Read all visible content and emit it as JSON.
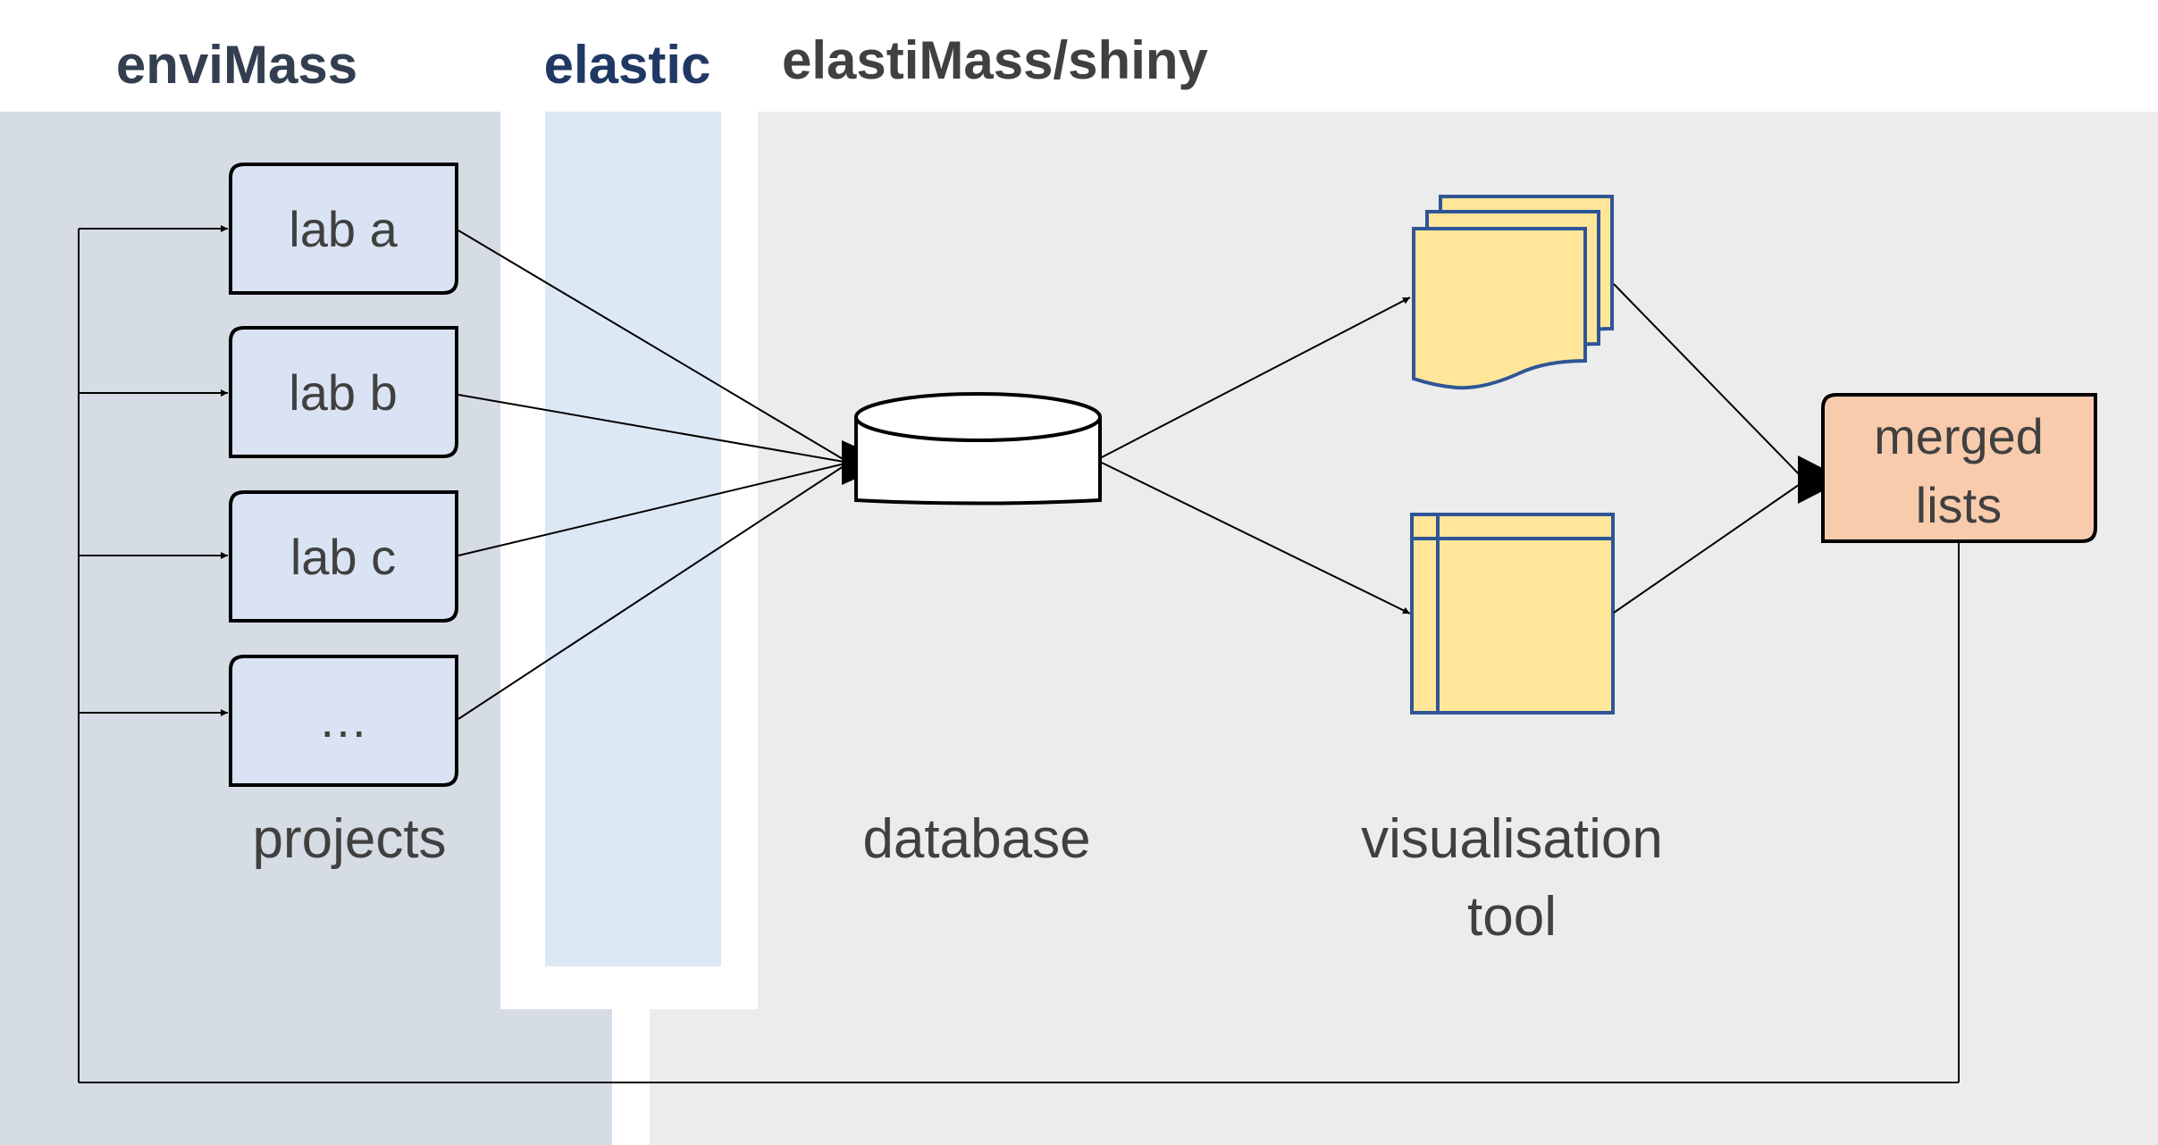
{
  "headers": {
    "envimass": "enviMass",
    "elastic": "elastic",
    "shiny": "elastiMass/shiny"
  },
  "projects": {
    "items": [
      "lab a",
      "lab b",
      "lab c",
      "…"
    ],
    "caption": "projects"
  },
  "database": {
    "caption": "database"
  },
  "visualisation": {
    "caption_line1": "visualisation",
    "caption_line2": "tool"
  },
  "merged": {
    "line1": "merged",
    "line2": "lists"
  },
  "colors": {
    "envimass_bg": "#d6dce4",
    "elastic_band": "#dce8f4",
    "shiny_bg": "#ececec",
    "lab_box": "#dae3f3",
    "lab_border": "#1f3864",
    "doc_fill": "#ffe699",
    "doc_border": "#2f5597",
    "merged_fill": "#f8cbad",
    "header_dark": "#333f50",
    "header_blue": "#203864",
    "header_gray": "#404040"
  }
}
